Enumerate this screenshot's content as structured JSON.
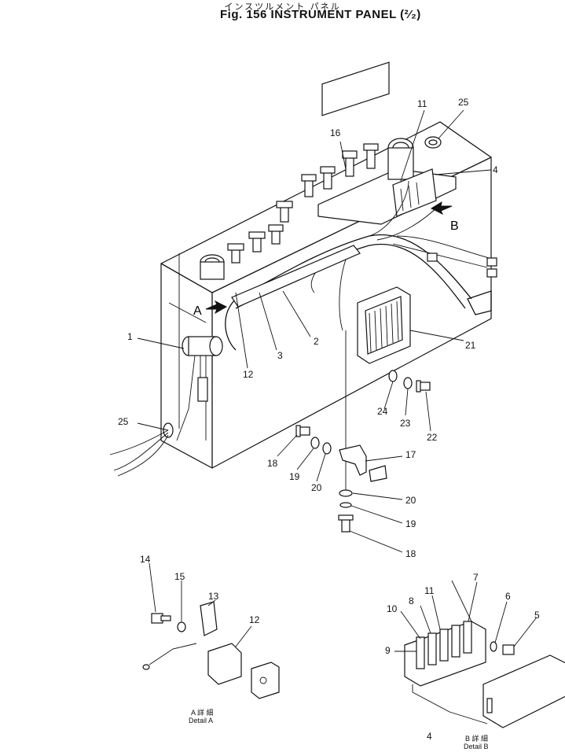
{
  "header": {
    "jp_title": "インスツルメント パネル",
    "fig_title": "Fig. 156  INSTRUMENT PANEL (²⁄₂)"
  },
  "callouts": {
    "c1": "1",
    "c2": "2",
    "c3": "3",
    "c4a": "4",
    "c4b": "4",
    "c5": "5",
    "c6": "6",
    "c7": "7",
    "c8": "8",
    "c9": "9",
    "c10": "10",
    "c11a": "11",
    "c11b": "11",
    "c12a": "12",
    "c12b": "12",
    "c13": "13",
    "c14": "14",
    "c15": "15",
    "c16": "16",
    "c17": "17",
    "c18a": "18",
    "c18b": "18",
    "c19a": "19",
    "c19b": "19",
    "c20a": "20",
    "c20b": "20",
    "c21": "21",
    "c22": "22",
    "c23": "23",
    "c24": "24",
    "c25a": "25",
    "c25b": "25"
  },
  "view_markers": {
    "a": "A",
    "b": "B"
  },
  "details": {
    "a_jp": "A 詳 細",
    "a_en": "Detail A",
    "b_jp": "B 詳 細",
    "b_en": "Detail B"
  }
}
